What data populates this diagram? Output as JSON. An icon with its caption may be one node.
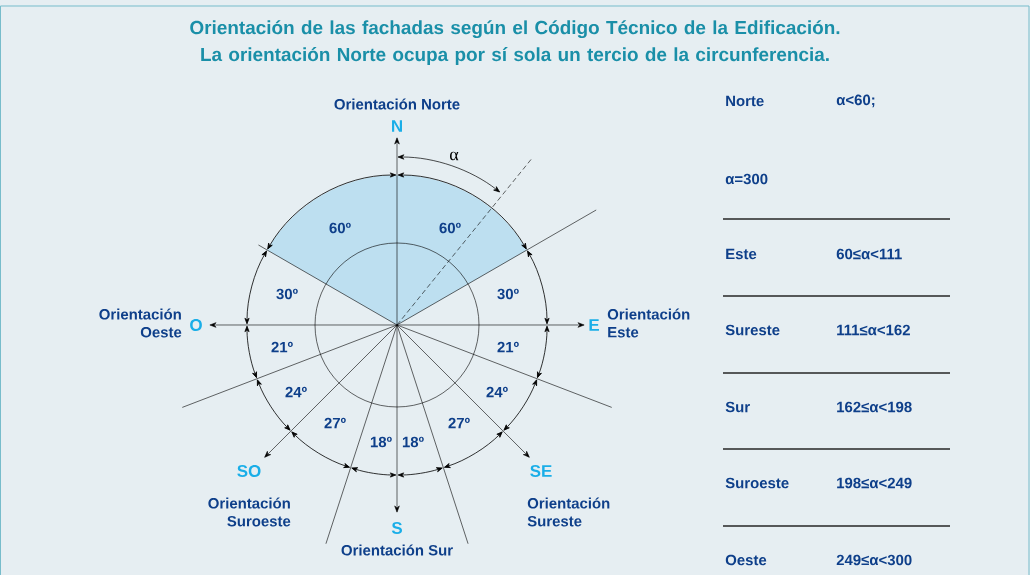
{
  "diagram": {
    "title": "Orientación de las fachadas según el Código Técnico de la Edificación. La orientación Norte ocupa por sí sola un tercio de la circunferencia.",
    "labels": [
      "Orientación Norte",
      "N",
      "α",
      "60º",
      "60º",
      "30º",
      "30º",
      "Orientación Oeste",
      "O",
      "E",
      "Orientación Este",
      "21º",
      "21º",
      "24º",
      "24º",
      "27º",
      "27º",
      "18º",
      "18º",
      "SO",
      "SE",
      "Orientación Suroeste",
      "Orientación Sureste",
      "S",
      "Orientación Sur",
      "Norte",
      "α<60;",
      "α=300",
      "Este",
      "60≤α<111",
      "Sureste",
      "111≤α<162",
      "Sur",
      "162≤α<198",
      "Suroeste",
      "198≤α<249",
      "Oeste",
      "249≤α<300"
    ]
  }
}
